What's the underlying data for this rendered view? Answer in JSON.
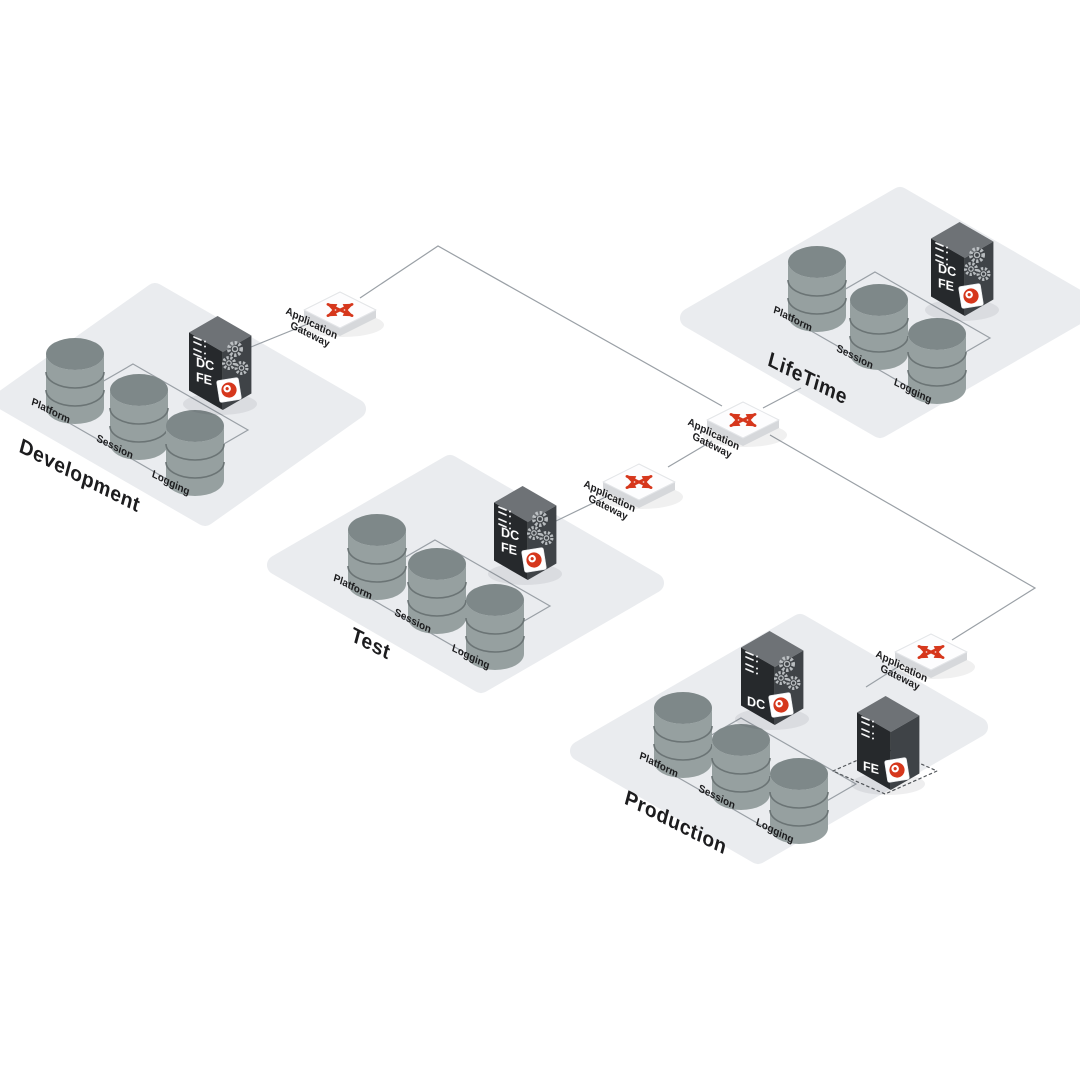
{
  "environments": [
    {
      "name": "Development",
      "databases": [
        "Platform",
        "Session",
        "Logging"
      ],
      "server_labels": [
        "DC",
        "FE"
      ]
    },
    {
      "name": "Test",
      "databases": [
        "Platform",
        "Session",
        "Logging"
      ],
      "server_labels": [
        "DC",
        "FE"
      ]
    },
    {
      "name": "LifeTime",
      "databases": [
        "Platform",
        "Session",
        "Logging"
      ],
      "server_labels": [
        "DC",
        "FE"
      ]
    },
    {
      "name": "Production",
      "databases": [
        "Platform",
        "Session",
        "Logging"
      ],
      "server_labels": [
        "DC",
        "FE"
      ]
    }
  ],
  "gateway": {
    "line1": "Application",
    "line2": "Gateway"
  },
  "icons": {
    "gateway": "crossed-arrows",
    "server_logo": "red-disc-card",
    "gears": "triple-gears",
    "database": "cylinder"
  },
  "colors": {
    "accent_red": "#D6371C",
    "platform": "#EAECEF",
    "db_top": "#7E8889",
    "db_body": "#96A0A0",
    "db_line": "#6B7475",
    "server_front": "#26292C",
    "server_side": "#3F4347",
    "server_top": "#6E7276",
    "connector": "#9AA0A6",
    "dashed_outline": "#54585C"
  }
}
